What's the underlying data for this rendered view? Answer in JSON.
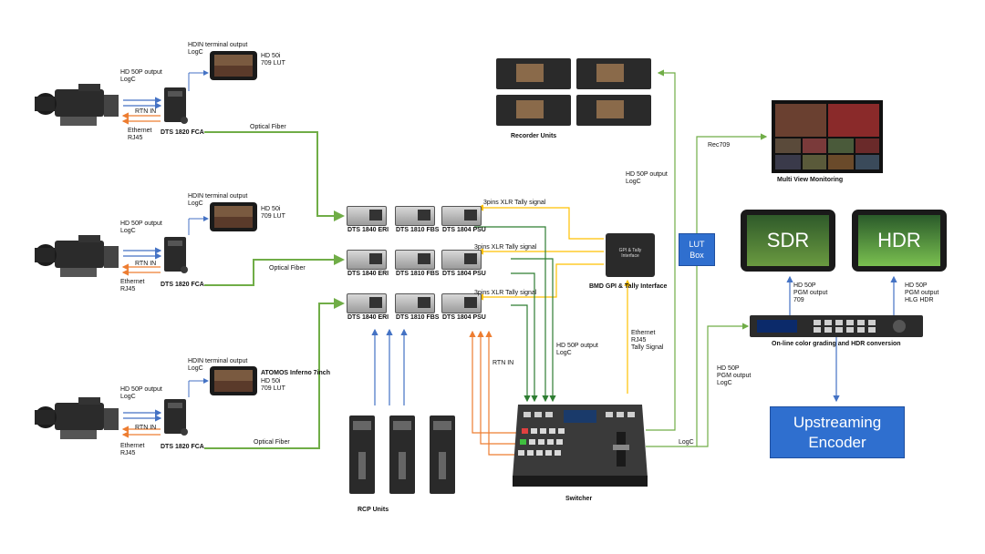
{
  "cameras": [
    {
      "output_label": "HD 50P output\nLogC",
      "rtn_label": "RTN IN",
      "eth_label": "Ethernet\nRJ45",
      "fca_label": "DTS 1820 FCA",
      "hdin_label": "HDIN terminal output\nLogC",
      "monitor_label": "HD 50i\n709 LUT",
      "monitor_title": "",
      "fiber_label": "Optical Fiber"
    },
    {
      "output_label": "HD 50P output\nLogC",
      "rtn_label": "RTN IN",
      "eth_label": "Ethernet\nRJ45",
      "fca_label": "DTS 1820 FCA",
      "hdin_label": "HDIN terminal output\nLogC",
      "monitor_label": "HD 50i\n709 LUT",
      "monitor_title": "",
      "fiber_label": "Optical Fiber"
    },
    {
      "output_label": "HD 50P output\nLogC",
      "rtn_label": "RTN IN",
      "eth_label": "Ethernet\nRJ45",
      "fca_label": "DTS 1820 FCA",
      "hdin_label": "HDIN terminal output\nLogC",
      "monitor_label": "HD 50i\n709 LUT",
      "monitor_title": "ATOMOS Inferno 7inch",
      "fiber_label": "Optical Fiber"
    }
  ],
  "racks": [
    {
      "eri": "DTS 1840 ERI",
      "fbs": "DTS 1810 FBS",
      "psu": "DTS 1804 PSU",
      "tally": "3pins XLR Tally signal"
    },
    {
      "eri": "DTS 1840 ERI",
      "fbs": "DTS 1810 FBS",
      "psu": "DTS 1804 PSU",
      "tally": "3pins XLR Tally signal"
    },
    {
      "eri": "DTS 1840 ERI",
      "fbs": "DTS 1810 FBS",
      "psu": "DTS 1804 PSU",
      "tally": "3pins XLR Tally signal"
    }
  ],
  "recorder_label": "Recorder Units",
  "multiview_label": "Multi View Monitoring",
  "rec709_label": "Rec709",
  "gpi_label": "BMD GPI & Tally Interface",
  "gpi_device_text": "GPI & Tally\nInterface",
  "hd50p_logc_top": "HD 50P output\nLogC",
  "hd50p_logc_mid": "HD 50P output\nLogC",
  "eth_tally_label": "Ethernet\nRJ45\nTally Signal",
  "rtn_in_label": "RTN IN",
  "lut_box": "LUT\nBox",
  "sdr_label": "SDR",
  "hdr_label": "HDR",
  "sdr_output_label": "HD 50P\nPGM output\n709",
  "hdr_output_label": "HD 50P\nPGM output\nHLG HDR",
  "color_grading_label": "On-line color grading and HDR conversion",
  "pgm_logc_label": "HD 50P\nPGM output\nLogC",
  "logc_label": "LogC",
  "encoder_label": "Upstreaming\nEncoder",
  "rcp_label": "RCP Units",
  "switcher_label": "Switcher",
  "colors": {
    "fiber": "#70ad47",
    "blue": "#4472c4",
    "orange": "#ed7d31",
    "yellow": "#ffc000",
    "box": "#2f6fcf"
  }
}
